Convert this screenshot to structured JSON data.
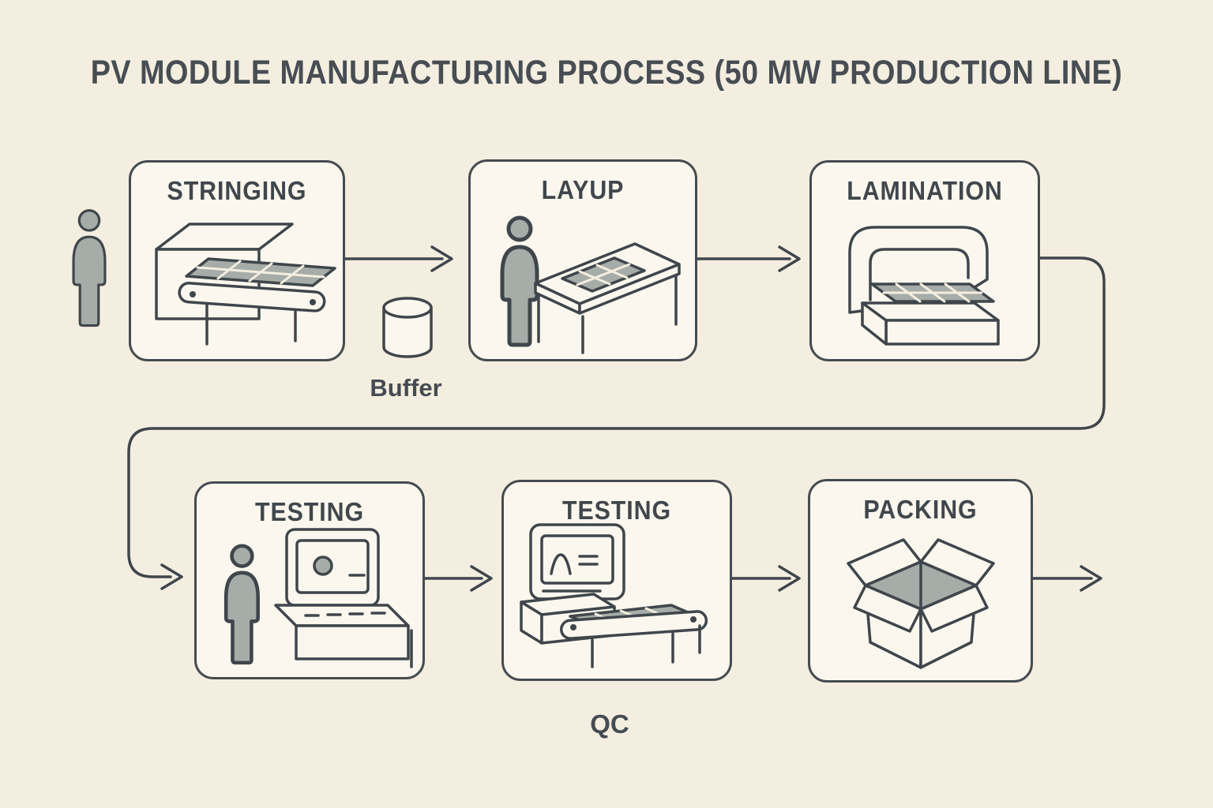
{
  "title": "PV MODULE MANUFACTURING PROCESS (50 MW PRODUCTION LINE)",
  "stages": [
    {
      "id": "stringing",
      "label": "STRINGING",
      "row": 1,
      "icon": "stringer-machine-icon",
      "operator_icon": true
    },
    {
      "id": "layup",
      "label": "LAYUP",
      "row": 1,
      "icon": "layup-table-icon",
      "operator_icon": true
    },
    {
      "id": "lamination",
      "label": "LAMINATION",
      "row": 1,
      "icon": "laminator-machine-icon",
      "operator_icon": false
    },
    {
      "id": "testing-1",
      "label": "TESTING",
      "row": 2,
      "icon": "test-workstation-icon",
      "operator_icon": true
    },
    {
      "id": "testing-2",
      "label": "TESTING",
      "row": 2,
      "icon": "test-conveyor-icon",
      "operator_icon": false,
      "sublabel": "QC"
    },
    {
      "id": "packing",
      "label": "PACKING",
      "row": 2,
      "icon": "open-box-icon",
      "operator_icon": false
    }
  ],
  "buffer": {
    "label": "Buffer",
    "icon": "cylinder-icon",
    "position": "below arrow between stringing and layup"
  },
  "flow": [
    "stringing -> layup",
    "layup -> lamination",
    "lamination -> testing-1 (wrap-around connector)",
    "testing-1 -> testing-2",
    "testing-2 -> packing",
    "packing -> out"
  ],
  "colors": {
    "background": "#f4eee0",
    "stage_fill": "#fbf7ee",
    "line": "#3f464b",
    "text": "#42484d",
    "figure_gray": "#a6aca7"
  }
}
